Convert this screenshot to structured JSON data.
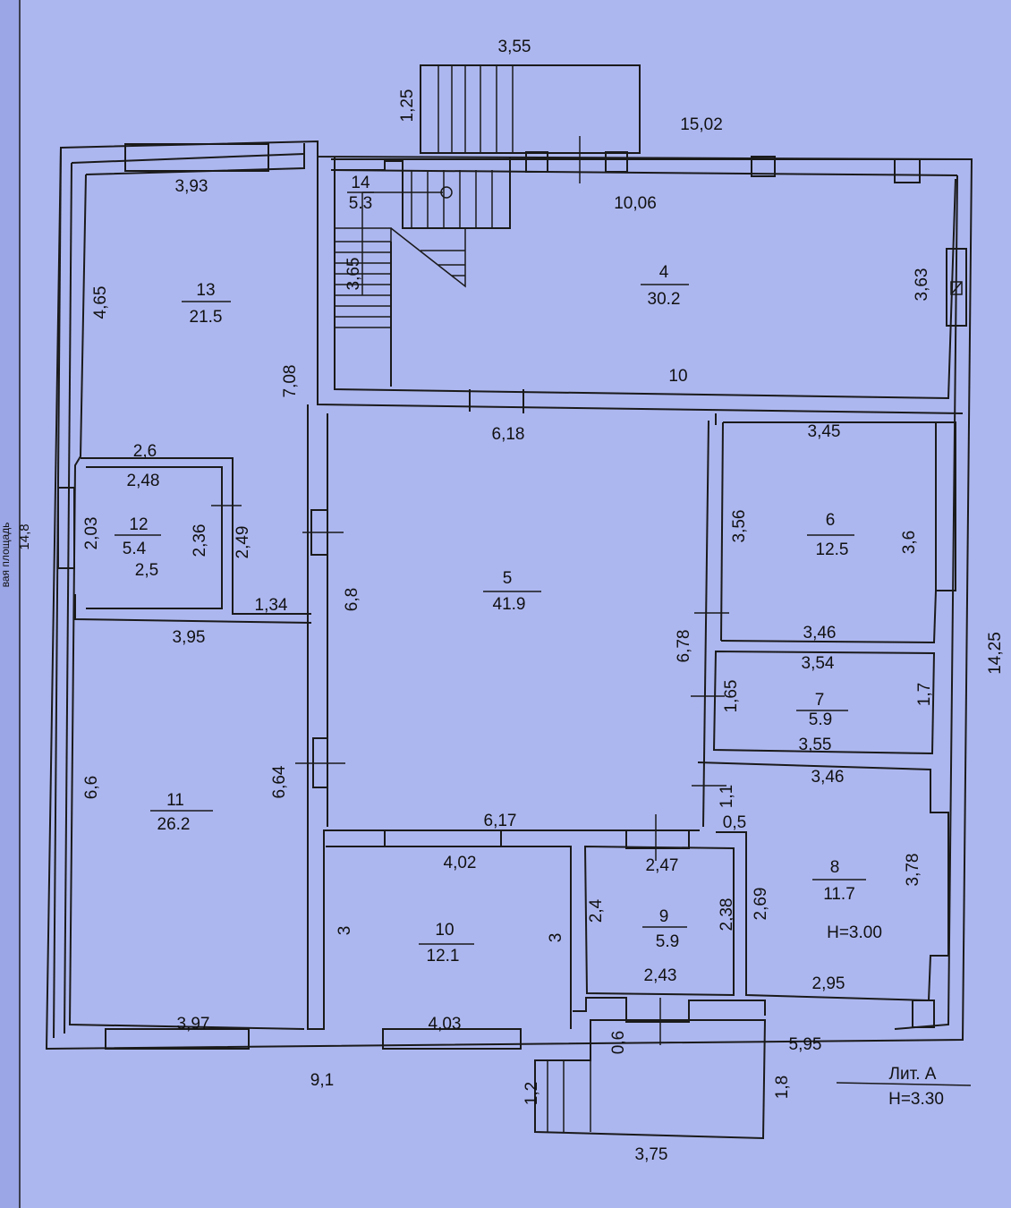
{
  "margin_text": "14,8",
  "margin_text_2": "вая площадь",
  "overall": {
    "top_width": "15,02",
    "right_height": "14,25",
    "bottom_left_width": "9,1",
    "bottom_right_width": "5,95",
    "porch_top_width": "3,55",
    "porch_top_height": "1,25",
    "porch_bottom_width": "3,75",
    "porch_bottom_height": "1,8",
    "porch_bottom_side": "1,2",
    "porch_bottom_inner": "0,6"
  },
  "rooms": [
    {
      "id": "room-4",
      "number": "4",
      "area": "30.2",
      "dims": [
        "10,06",
        "3,63",
        "10",
        "3,65"
      ]
    },
    {
      "id": "room-14",
      "number": "14",
      "area": "5.3"
    },
    {
      "id": "room-13",
      "number": "13",
      "area": "21.5",
      "dims": [
        "3,93",
        "4,65",
        "7,08"
      ]
    },
    {
      "id": "room-12",
      "number": "12",
      "area": "5.4",
      "dims": [
        "2,6",
        "2,48",
        "2,03",
        "2,36",
        "2,49",
        "2,5",
        "1,34"
      ]
    },
    {
      "id": "room-5",
      "number": "5",
      "area": "41.9",
      "dims": [
        "6,18",
        "6,8",
        "6,78",
        "6,17"
      ]
    },
    {
      "id": "room-6",
      "number": "6",
      "area": "12.5",
      "dims": [
        "3,45",
        "3,56",
        "3,6",
        "3,46"
      ]
    },
    {
      "id": "room-7",
      "number": "7",
      "area": "5.9",
      "dims": [
        "3,54",
        "1,65",
        "1,7",
        "3,55"
      ]
    },
    {
      "id": "room-8",
      "number": "8",
      "area": "11.7",
      "dims": [
        "3,46",
        "1,1",
        "0,5",
        "2,69",
        "3,78",
        "2,95"
      ],
      "height": "H=3.00"
    },
    {
      "id": "room-11",
      "number": "11",
      "area": "26.2",
      "dims": [
        "3,95",
        "6,6",
        "6,64",
        "3,97"
      ]
    },
    {
      "id": "room-10",
      "number": "10",
      "area": "12.1",
      "dims": [
        "4,02",
        "3",
        "3",
        "4,03"
      ]
    },
    {
      "id": "room-9",
      "number": "9",
      "area": "5.9",
      "dims": [
        "2,47",
        "2,4",
        "2,38",
        "2,43"
      ]
    }
  ],
  "stamp": {
    "label": "Лит. А",
    "height": "H=3.30"
  }
}
